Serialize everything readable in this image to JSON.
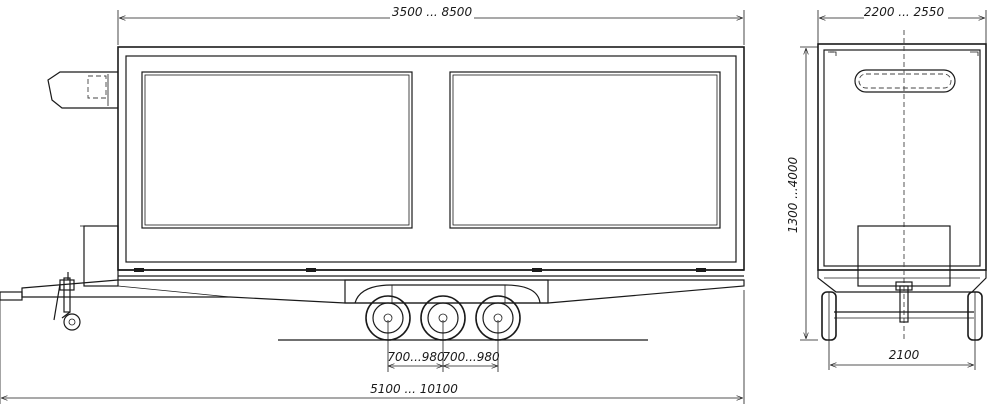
{
  "dimensions": {
    "body_length": "3500 ... 8500",
    "overall_length": "5100 ... 10100",
    "axle_spacing_1": "700...980",
    "axle_spacing_2": "700...980",
    "body_width": "2200 ... 2550",
    "body_height": "1300 ...4000",
    "track_width": "2100"
  }
}
